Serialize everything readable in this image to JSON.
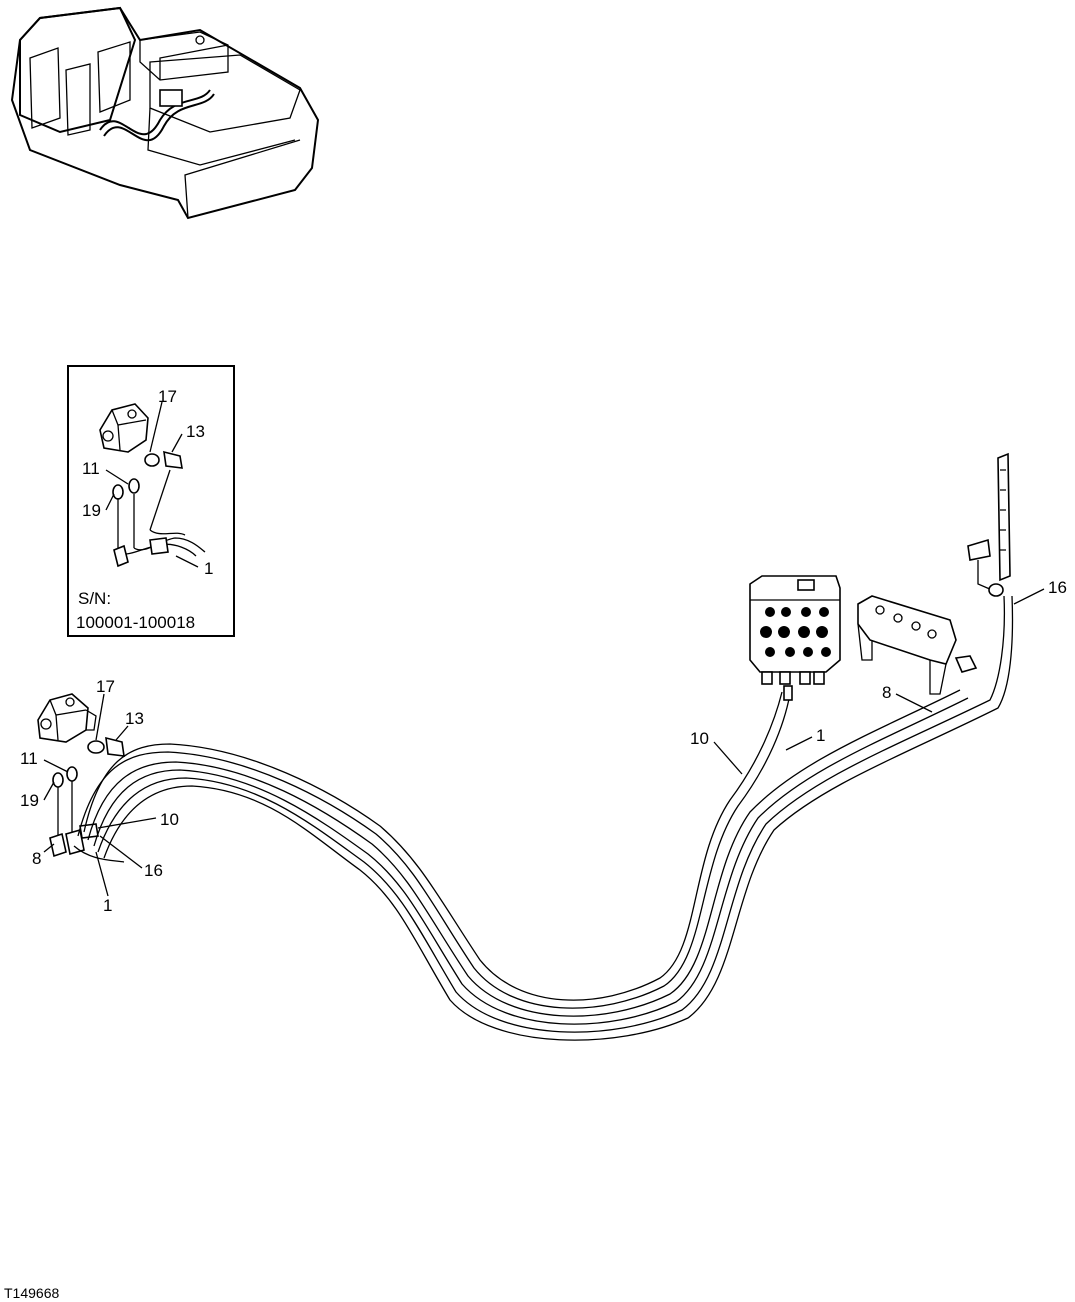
{
  "figure": {
    "id": "T149668"
  },
  "inset": {
    "serial_label": "S/N:",
    "serial_range": "100001-100018",
    "callouts": [
      "17",
      "13",
      "11",
      "19",
      "1"
    ]
  },
  "main": {
    "left_callouts": [
      "17",
      "13",
      "11",
      "19",
      "10",
      "16",
      "8",
      "1"
    ],
    "right_callouts": [
      "10",
      "1",
      "8",
      "16"
    ]
  }
}
